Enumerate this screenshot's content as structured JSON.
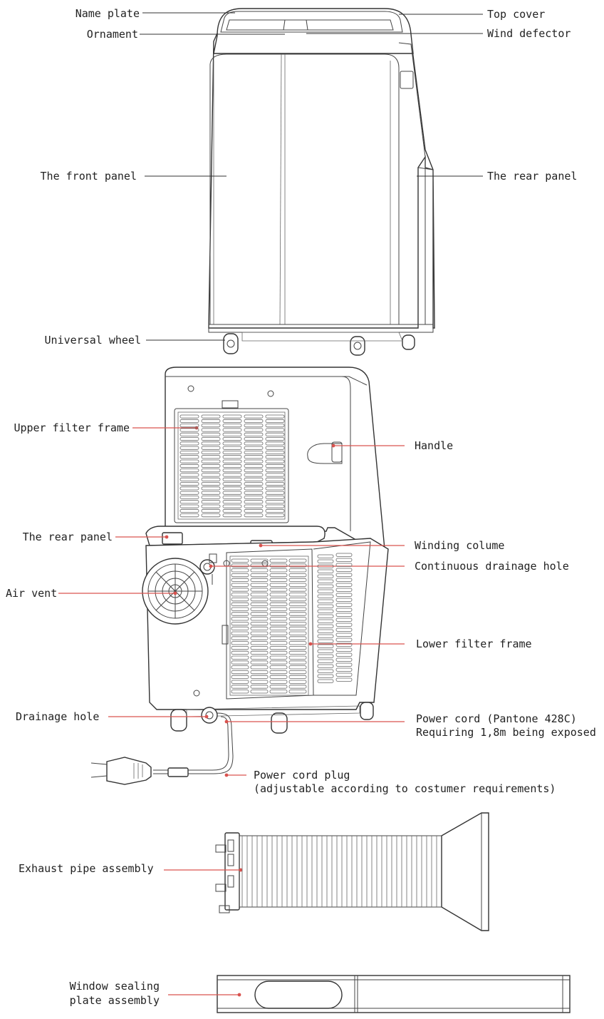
{
  "labels": {
    "name_plate": "Name plate",
    "ornament": "Ornament",
    "top_cover": "Top cover",
    "wind_defector": "Wind defector",
    "front_panel": "The front panel",
    "rear_panel_top": "The rear panel",
    "universal_wheel": "Universal wheel",
    "upper_filter_frame": "Upper filter frame",
    "handle": "Handle",
    "rear_panel_back": "The rear panel",
    "winding_colume": "Winding colume",
    "continuous_drainage_hole": "Continuous drainage hole",
    "air_vent": "Air vent",
    "lower_filter_frame": "Lower filter frame",
    "drainage_hole": "Drainage hole",
    "power_cord_line1": "Power cord (Pantone 428C)",
    "power_cord_line2": "Requiring 1,8m being exposed",
    "power_cord_plug_line1": "Power cord plug",
    "power_cord_plug_line2": "(adjustable according to costumer requirements)",
    "exhaust_pipe": "Exhaust pipe assembly",
    "window_sealing_line1": "Window sealing",
    "window_sealing_line2": "plate assembly"
  },
  "colors": {
    "leader_red": "#d9534f",
    "leader_black": "#333333",
    "outline": "#333333"
  }
}
